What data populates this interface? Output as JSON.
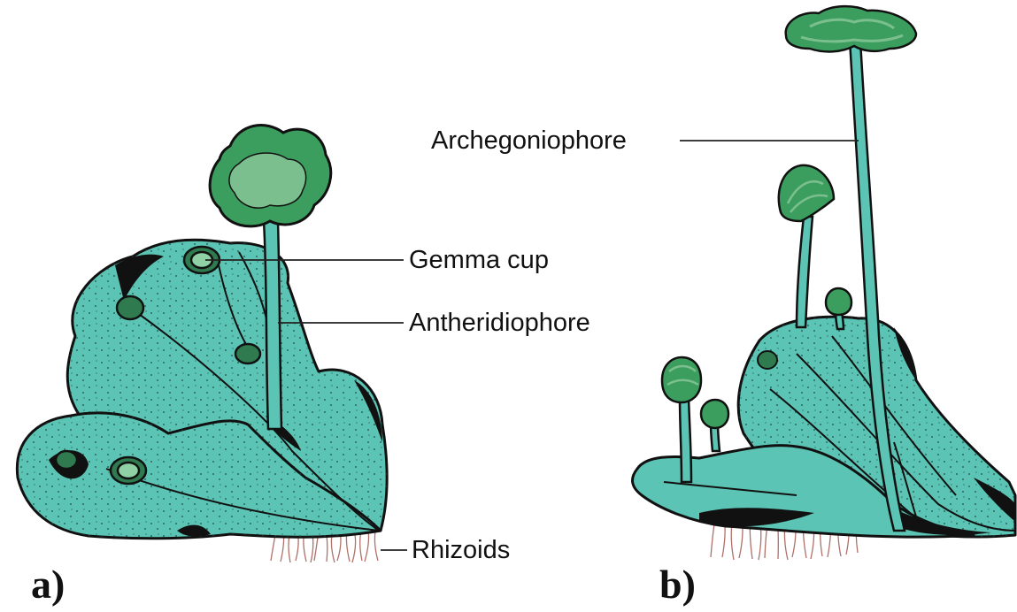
{
  "labels": {
    "archegoniophore": "Archegoniophore",
    "gemma_cup": "Gemma cup",
    "antheridiophore": "Antheridiophore",
    "rhizoids": "Rhizoids"
  },
  "panels": {
    "a": "a)",
    "b": "b)"
  },
  "colors": {
    "thallus": "#5cc4b4",
    "receptacle": "#3c9e5e",
    "receptacle_light": "#7cbf8e",
    "outline": "#111111",
    "rhizoid": "#b0706a"
  }
}
